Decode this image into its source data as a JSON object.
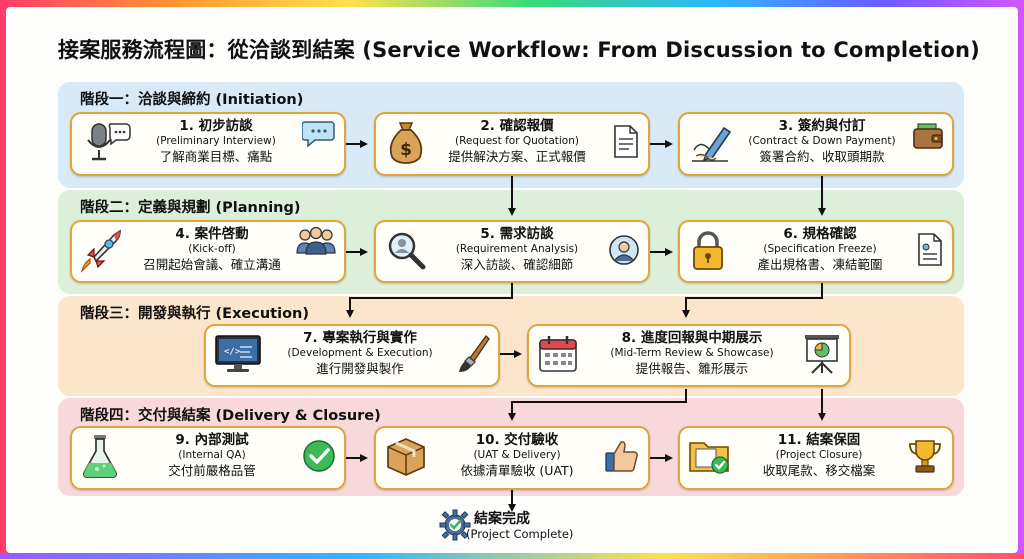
{
  "title": "接案服務流程圖：從洽談到結案 (Service Workflow: From Discussion to Completion)",
  "stages": [
    {
      "label": "階段一：洽談與締約 (Initiation)"
    },
    {
      "label": "階段二：定義與規劃 (Planning)"
    },
    {
      "label": "階段三：開發與執行 (Execution)"
    },
    {
      "label": "階段四：交付與結案 (Delivery & Closure)"
    }
  ],
  "steps": [
    {
      "title": "1. 初步訪談",
      "subtitle": "(Preliminary Interview)",
      "desc": "了解商業目標、痛點",
      "icon_left": "microphone-icon",
      "icon_right": "speech-bubble-icon"
    },
    {
      "title": "2. 確認報價",
      "subtitle": "(Request for Quotation)",
      "desc": "提供解決方案、正式報價",
      "icon_left": "money-bag-icon",
      "icon_right": "document-icon"
    },
    {
      "title": "3. 簽約與付訂",
      "subtitle": "(Contract & Down Payment)",
      "desc": "簽署合約、收取頭期款",
      "icon_left": "signing-pen-icon",
      "icon_right": "wallet-icon"
    },
    {
      "title": "4. 案件啓動",
      "subtitle": "(Kick-off)",
      "desc": "召開起始會議、確立溝通",
      "icon_left": "rocket-icon",
      "icon_right": "team-icon"
    },
    {
      "title": "5. 需求訪談",
      "subtitle": "(Requirement Analysis)",
      "desc": "深入訪談、確認細節",
      "icon_left": "magnifier-icon",
      "icon_right": "user-icon"
    },
    {
      "title": "6. 規格確認",
      "subtitle": "(Specification Freeze)",
      "desc": "產出規格書、凍結範圍",
      "icon_left": "padlock-icon",
      "icon_right": "spec-document-icon"
    },
    {
      "title": "7. 專案執行與實作",
      "subtitle": "(Development & Execution)",
      "desc": "進行開發與製作",
      "icon_left": "code-monitor-icon",
      "icon_right": "paintbrush-icon"
    },
    {
      "title": "8. 進度回報與中期展示",
      "subtitle": "(Mid-Term Review & Showcase)",
      "desc": "提供報告、雛形展示",
      "icon_left": "calendar-icon",
      "icon_right": "presentation-board-icon"
    },
    {
      "title": "9. 內部測試",
      "subtitle": "(Internal QA)",
      "desc": "交付前嚴格品管",
      "icon_left": "flask-icon",
      "icon_right": "check-circle-icon"
    },
    {
      "title": "10. 交付驗收",
      "subtitle": "(UAT & Delivery)",
      "desc": "依據清單驗收 (UAT)",
      "icon_left": "package-icon",
      "icon_right": "thumbs-up-icon"
    },
    {
      "title": "11. 結案保固",
      "subtitle": "(Project Closure)",
      "desc": "收取尾款、移交檔案",
      "icon_left": "folder-check-icon",
      "icon_right": "trophy-icon"
    }
  ],
  "completion": {
    "title": "結案完成",
    "subtitle": "(Project Complete)",
    "icon": "gear-check-icon"
  },
  "colors": {
    "stage1": "#d8e9f7",
    "stage2": "#dcefd9",
    "stage3": "#fbe6cc",
    "stage4": "#f8d8da",
    "box_border": "#e0a53b",
    "box_fill": "#fffef9",
    "arrow": "#111111"
  }
}
